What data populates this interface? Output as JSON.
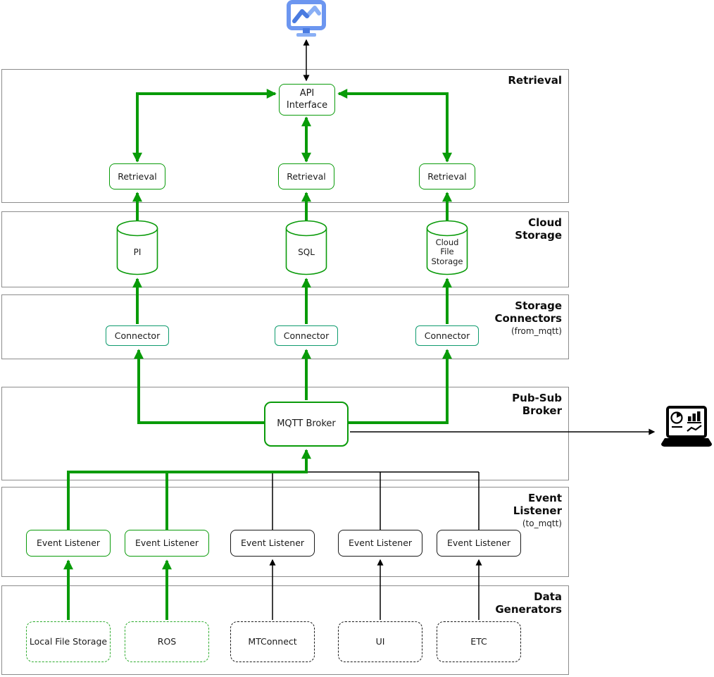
{
  "diagram": {
    "sections": [
      {
        "label": "Retrieval",
        "sublabel": ""
      },
      {
        "label": "Cloud\nStorage",
        "sublabel": ""
      },
      {
        "label": "Storage\nConnectors",
        "sublabel": "(from_mqtt)"
      },
      {
        "label": "Pub-Sub\nBroker",
        "sublabel": ""
      },
      {
        "label": "Event\nListener",
        "sublabel": "(to_mqtt)"
      },
      {
        "label": "Data\nGenerators",
        "sublabel": ""
      }
    ],
    "nodes": {
      "api_interface": "API\nInterface",
      "retrievals": [
        "Retrieval",
        "Retrieval",
        "Retrieval"
      ],
      "storages": [
        "PI",
        "SQL",
        "Cloud\nFile\nStorage"
      ],
      "connectors": [
        "Connector",
        "Connector",
        "Connector"
      ],
      "broker": "MQTT Broker",
      "event_listeners": [
        "Event Listener",
        "Event Listener",
        "Event Listener",
        "Event Listener",
        "Event Listener"
      ],
      "generators": [
        "Local File Storage",
        "ROS",
        "MTConnect",
        "UI",
        "ETC"
      ]
    },
    "icons": {
      "monitor": "dashboard-monitor-icon",
      "laptop": "analytics-laptop-icon"
    },
    "colors": {
      "flow_green": "#089b08",
      "flow_black": "#000000",
      "section_border": "#8c8c8c",
      "icon_blue": "#6c96f0"
    }
  }
}
